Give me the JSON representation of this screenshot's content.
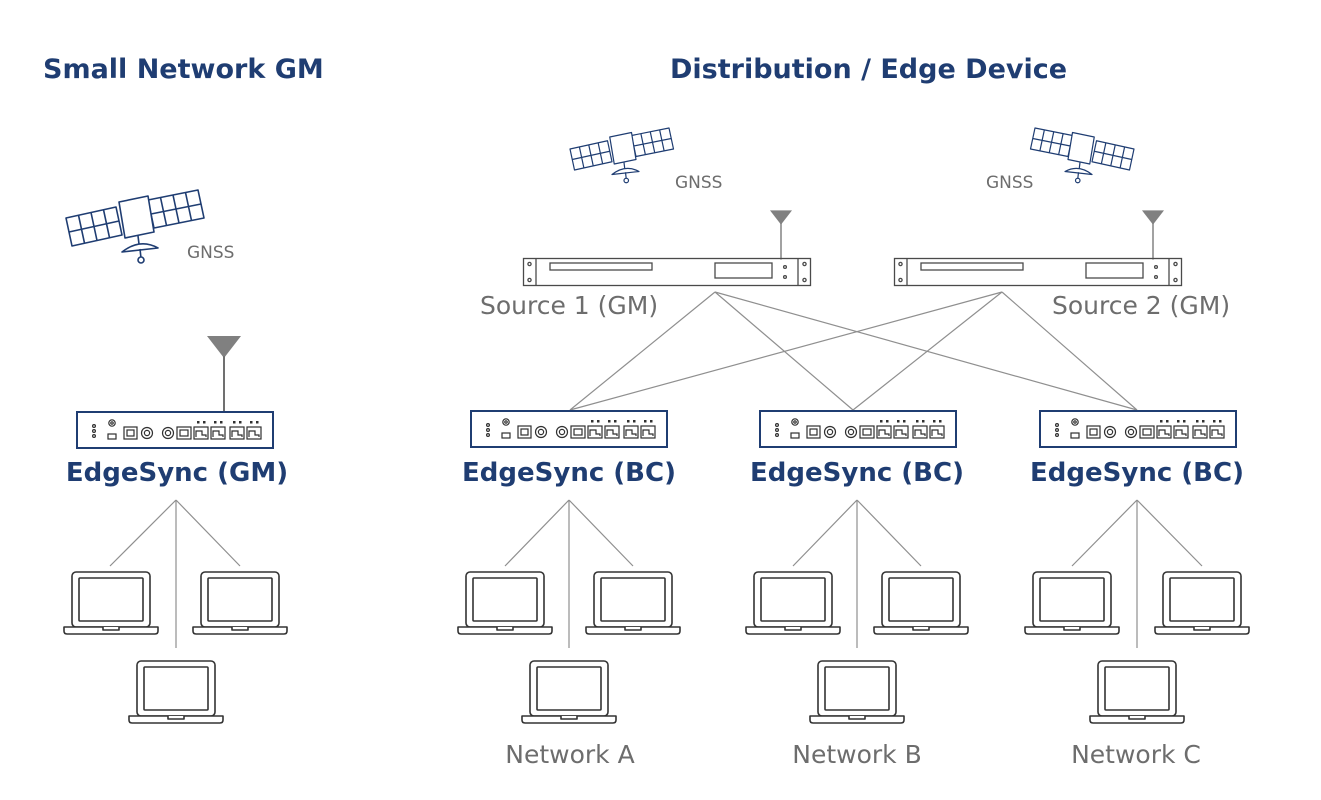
{
  "headings": {
    "left": "Small Network GM",
    "right": "Distribution / Edge Device"
  },
  "gnss_label": "GNSS",
  "sources": {
    "source1": "Source 1 (GM)",
    "source2": "Source 2 (GM)"
  },
  "edgesync": {
    "gm": "EdgeSync (GM)",
    "bc": "EdgeSync (BC)"
  },
  "networks": [
    "Network A",
    "Network B",
    "Network C"
  ],
  "colors": {
    "brand_blue": "#1f3d72",
    "label_gray": "#6d6d6d",
    "line_gray": "#8f8f8f"
  },
  "icons": [
    "satellite-icon",
    "antenna-icon",
    "rack-server-icon",
    "edgesync-device-icon",
    "laptop-icon"
  ]
}
